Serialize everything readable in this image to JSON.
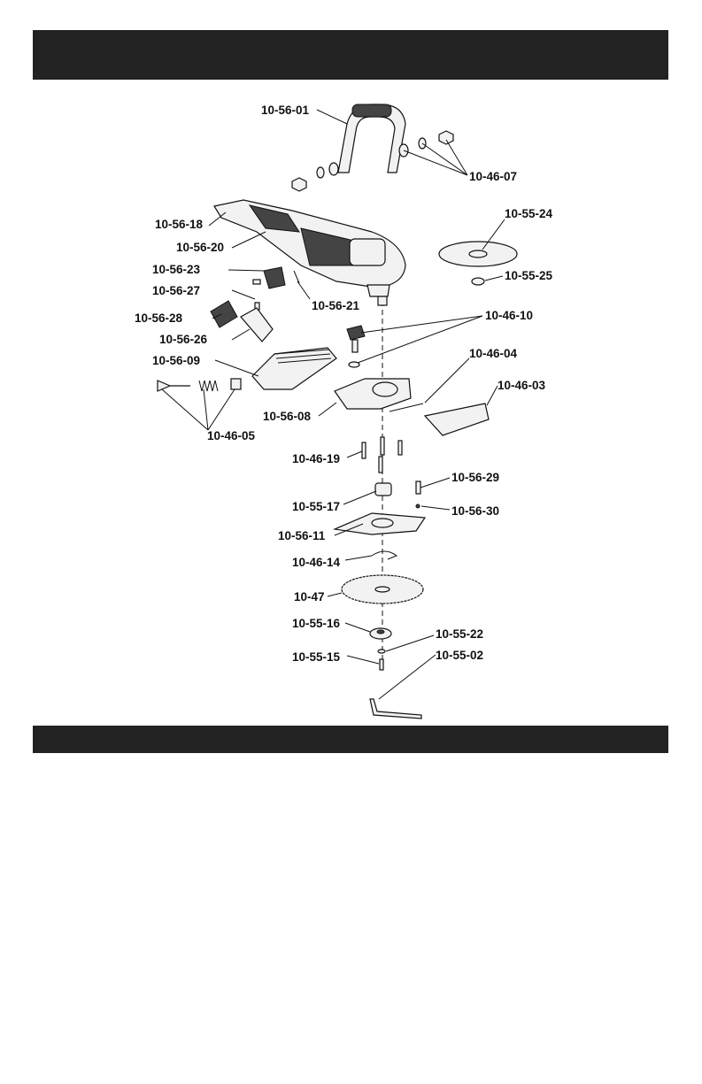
{
  "header": {
    "title": ""
  },
  "footer": {
    "title": ""
  },
  "parts": {
    "p01": "10-56-01",
    "p07": "10-46-07",
    "p18": "10-56-18",
    "p20": "10-56-20",
    "p23": "10-56-23",
    "p27": "10-56-27",
    "p28": "10-56-28",
    "p26": "10-56-26",
    "p09": "10-56-09",
    "p05": "10-46-05",
    "p21": "10-56-21",
    "p24": "10-55-24",
    "p25": "10-55-25",
    "p10": "10-46-10",
    "p04": "10-46-04",
    "p03": "10-46-03",
    "p08": "10-56-08",
    "p19": "10-46-19",
    "p29": "10-56-29",
    "p17": "10-55-17",
    "p30": "10-56-30",
    "p11": "10-56-11",
    "p14": "10-46-14",
    "p47": "10-47",
    "p16": "10-55-16",
    "p22": "10-55-22",
    "p15": "10-55-15",
    "p02": "10-55-02"
  }
}
